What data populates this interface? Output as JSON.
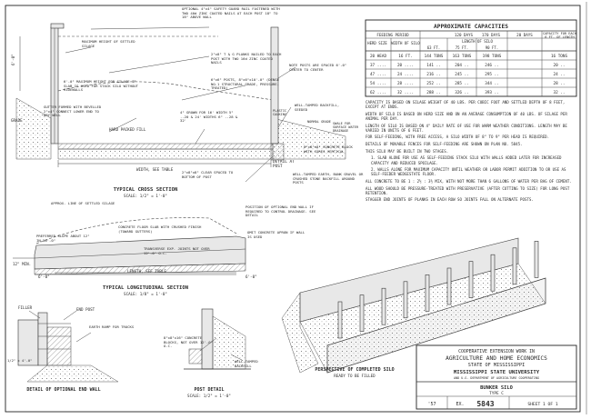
{
  "capacities": {
    "title": "APPROXIMATE CAPACITIES",
    "header": {
      "feeding_period": "FEEDING PERIOD",
      "days120": "120 DAYS",
      "days170": "170 DAYS",
      "days20": "20 DAYS",
      "capacity_each": "CAPACITY FOR EACH 6 FT. OF LENGTH",
      "herd_size": "HERD SIZE",
      "width_of_silo": "WIDTH OF SILO",
      "length_of_silo": "LENGTH OF SILO",
      "ft63": "63 FT.",
      "ft75": "75 FT.",
      "ft90": "90 FT."
    },
    "rows": [
      [
        "20 HEAD",
        "16 FT.",
        "144 TONS",
        "163 TONS",
        "198 TONS",
        "16 TONS"
      ],
      [
        "37 ....",
        "20 ....",
        "141 ..",
        "204 ..",
        "246 ..",
        "20 .."
      ],
      [
        "47 ....",
        "24 ....",
        "216 ..",
        "245 ..",
        "295 ..",
        "24 .."
      ],
      [
        "54 ....",
        "28 ....",
        "252 ..",
        "285 ..",
        "344 ..",
        "28 .."
      ],
      [
        "62 ....",
        "32 ....",
        "288 ..",
        "326 ..",
        "393 ..",
        "32 .."
      ]
    ]
  },
  "notes": [
    "CAPACITY IS BASED ON SILAGE WEIGHT OF 40 LBS. PER CUBIC FOOT AND SETTLED DEPTH OF 8 FEET, EXCEPT AT ENDS.",
    "WIDTH OF SILO IS BASED ON HERD SIZE AND ON AN AVERAGE CONSUMPTION OF 40 LBS. OF SILAGE PER ANIMAL PER DAY.",
    "LENGTH OF SILO IS BASED ON 4\" DAILY RATE OF USE FOR WARM WEATHER CONDITIONS. LENGTH MAY BE VARIED IN UNITS OF 6 FEET.",
    "FOR SELF-FEEDING, WITH FREE ACCESS, A SILO WIDTH OF 8\" TO 9\" PER HEAD IS REQUIRED.",
    "DETAILS OF MOVABLE FENCES FOR SELF-FEEDING ARE SHOWN ON PLAN NO. 5845.",
    "THIS SILO MAY BE BUILT IN TWO STAGES.",
    "1. SLAB ALONE FOR USE AS SELF-FEEDING STACK SILO WITH WALLS ADDED LATER FOR INCREASED CAPACITY AND REDUCED SPOILAGE.",
    "2. WALLS ALONE FOR MAXIMUM CAPACITY UNTIL WEATHER OR LABOR PERMIT ADDITION TO OR USE AS SELF-FEEDER WEDGESTATE FLOOR.",
    "ALL CONCRETE TO BE 1 : 2½ : 3½ MIX, WITH NOT MORE THAN 6 GALLONS OF WATER PER BAG OF CEMENT.",
    "ALL WOOD SHOULD BE PRESSURE-TREATED WITH PRESERVATIVE (AFTER CUTTING TO SIZE) FOR LONG POST RETENTION.",
    "STAGGER END JOINTS OF PLANKS IN EACH ROW SO JOINTS FALL ON ALTERNATE POSTS."
  ],
  "cross_section": {
    "title": "TYPICAL CROSS SECTION",
    "scale": "SCALE: 1/2\" = 1'-0\"",
    "labels": {
      "guard_rail": "OPTIONAL 4\"x4\" SAFETY GUARD RAIL FASTENED WITH TWO 40d ZINC COATED NAILS AT EACH POST 18\" TO 18\" ABOVE WALL",
      "max_height": "MAXIMUM HEIGHT OF SETTLED SILAGE",
      "planks": "2\"x8\" T & G PLANKS NAILED TO EACH POST WITH TWO 16d ZINC COATED NAILS",
      "posts": "6\"x6\" POSTS, 8\"x6\"x10'-0\" (DENSE NO.1 STRUCTURAL GRADE, PRESSURE-TREATED)",
      "posts_spaced": "NOTE POSTS ARE SPACED 6'-0\" CENTER TO CENTER",
      "height_6": "6'-0\" MAXIMUM HEIGHT FOR SILAGE IF SLAB IS USED FOR STACK SILO WITHOUT SIDEWALLS",
      "gutter": "GUTTER FORMED WITH BEVELLED 2\"x4\" CONNECT LOWER END TO DRY WELL",
      "grade": "GRADE",
      "hard_fill": "HARD PACKED FILL",
      "grown": "4\" GROWN FOR 16' WIDTH 5\" ..20 & 24' WIDTHS 6\" ..28 & 32'",
      "plastic": "PLASTIC CALKING",
      "well_tamped": "WELL-TAMPED BACKFILL, SEEDED",
      "normal_grade": "NORMAL GRADE",
      "swale": "SWALE FOR SURFACE WATER DRAINAGE",
      "width_table": "WIDTH, SEE TABLE",
      "block": "8\"x8\"x8\" CONCRETE BLOCK WITH CORES VERTICAL",
      "clear": "2\"x8\"x8\" CLEAR SPACED TO BOTTOM OF POST",
      "well_earth": "WELL-TAMPED EARTH, BANK GRAVEL OR CRUSHED STONE BACKFILL AROUND POSTS",
      "detail_post": "DETAIL AT POST"
    }
  },
  "long_section": {
    "title": "TYPICAL LONGITUDINAL SECTION",
    "scale": "SCALE: 1/8\" = 1'-0\"",
    "labels": {
      "approx_line": "APPROX. LINE OF SETTLED SILAGE",
      "end_wall": "POSITION OF OPTIONAL END WALL IF REQUIRED TO CONTROL DRAINAGE. SEE DETAIL",
      "preferred": "PREFERRED SLOPE ABOUT 12\" IN 50'-0\"",
      "floor_slab": "CONCRETE FLOOR SLAB WITH CRUSHED FINISH (TOWARD GUTTERS)",
      "apron": "OMIT CONCRETE APRON IF WALL IS USED",
      "joints": "TRANSVERSE EXP. JOINTS NOT OVER 12'-0\" O.C.",
      "length": "LENGTH, SEE TABLE",
      "dim_12": "12\" MIN.",
      "dim_6a": "6'-0\"",
      "dim_6b": "6'-0\""
    }
  },
  "end_wall_detail": {
    "title": "DETAIL OF OPTIONAL END WALL",
    "labels": {
      "filler": "FILLER",
      "end_post": "END POST",
      "ramp": "EARTH RAMP FOR TRUCKS",
      "dim": "1/2\" x 4'-0\""
    }
  },
  "post_detail": {
    "title": "POST DETAIL",
    "scale": "SCALE: 1/2\" = 1'-0\"",
    "labels": {
      "block": "8\"x8\"x16\" CONCRETE BLOCKS, NOT OVER 12'-0\" O.C.",
      "backfill": "WELL-TAMPED BACKFILL"
    }
  },
  "perspective": {
    "title": "PERSPECTIVE OF COMPLETED SILO",
    "subtitle": "READY TO BE FILLED"
  },
  "title_block": {
    "line1": "COOPERATIVE EXTENSION WORK IN",
    "line2": "AGRICULTURE AND HOME ECONOMICS",
    "line3": "STATE OF MISSISSIPPI",
    "line4": "MISSISSIPPI STATE UNIVERSITY",
    "line5": "AND U.S. DEPARTMENT OF AGRICULTURE COOPERATING",
    "project": "BUNKER SILO",
    "type": "TYPE C",
    "date": "'57",
    "plan_prefix": "EX.",
    "plan_no": "5843",
    "sheet": "SHEET 1 OF 1"
  }
}
